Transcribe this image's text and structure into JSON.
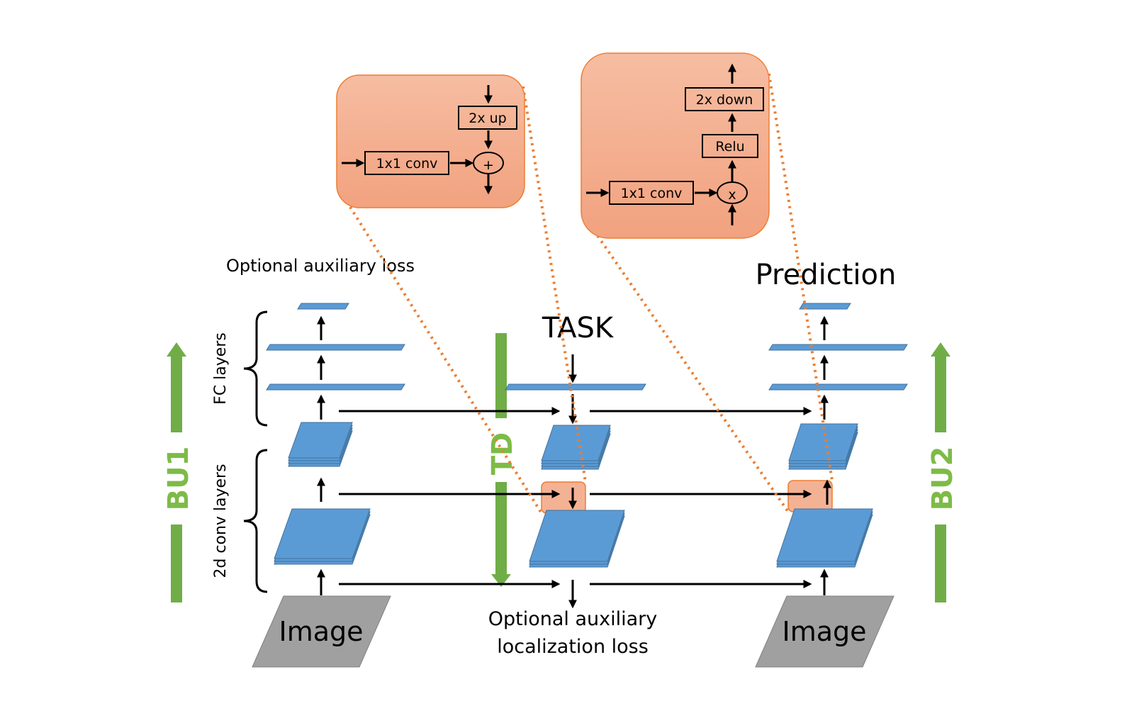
{
  "labels": {
    "optional_aux_loss": "Optional auxiliary loss",
    "prediction": "Prediction",
    "task": "TASK",
    "fc_layers": "FC layers",
    "conv_layers": "2d conv layers",
    "bu1": "BU1",
    "bu2": "BU2",
    "td": "TD",
    "image_left": "Image",
    "image_right": "Image",
    "loc_loss_line1": "Optional auxiliary",
    "loc_loss_line2": "localization loss"
  },
  "td_callout": {
    "up_label": "2x up",
    "conv_label": "1x1 conv",
    "op_symbol": "+"
  },
  "bu2_callout": {
    "down_label": "2x down",
    "relu_label": "Relu",
    "conv_label": "1x1 conv",
    "op_symbol": "x"
  },
  "colors": {
    "layer_blue": "#5b9bd5",
    "layer_edge": "#41719c",
    "stream_green": "#70ad47",
    "label_green": "#7dbb47",
    "callout_fill": "#f4b294",
    "callout_edge": "#ed7d31",
    "image_gray": "#a0a0a0",
    "dotted_orange": "#ed7d31"
  }
}
